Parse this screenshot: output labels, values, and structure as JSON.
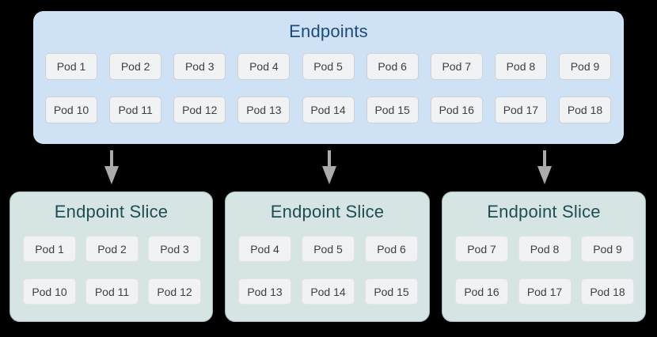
{
  "endpoints": {
    "title": "Endpoints",
    "rows": [
      [
        "Pod 1",
        "Pod 2",
        "Pod 3",
        "Pod 4",
        "Pod 5",
        "Pod 6",
        "Pod 7",
        "Pod 8",
        "Pod 9"
      ],
      [
        "Pod 10",
        "Pod 11",
        "Pod 12",
        "Pod 13",
        "Pod 14",
        "Pod 15",
        "Pod 16",
        "Pod 17",
        "Pod 18"
      ]
    ]
  },
  "slices": [
    {
      "title": "Endpoint Slice",
      "rows": [
        [
          "Pod 1",
          "Pod 2",
          "Pod 3"
        ],
        [
          "Pod 10",
          "Pod 11",
          "Pod 12"
        ]
      ]
    },
    {
      "title": "Endpoint Slice",
      "rows": [
        [
          "Pod 4",
          "Pod 5",
          "Pod 6"
        ],
        [
          "Pod 13",
          "Pod 14",
          "Pod 15"
        ]
      ]
    },
    {
      "title": "Endpoint Slice",
      "rows": [
        [
          "Pod 7",
          "Pod 8",
          "Pod 9"
        ],
        [
          "Pod 16",
          "Pod 17",
          "Pod 18"
        ]
      ]
    }
  ],
  "colors": {
    "canvas_background": "#000000",
    "endpoints_fill": "#cfe2f5",
    "endpoints_title": "#1b4b7d",
    "slice_fill": "#d6e5e4",
    "slice_border": "#9bb9bd",
    "slice_title": "#1e4e54",
    "pod_fill": "#f1f2f3",
    "pod_border": "#cdd1d4",
    "pod_text": "#3c4043",
    "arrow": "#a9abad"
  }
}
